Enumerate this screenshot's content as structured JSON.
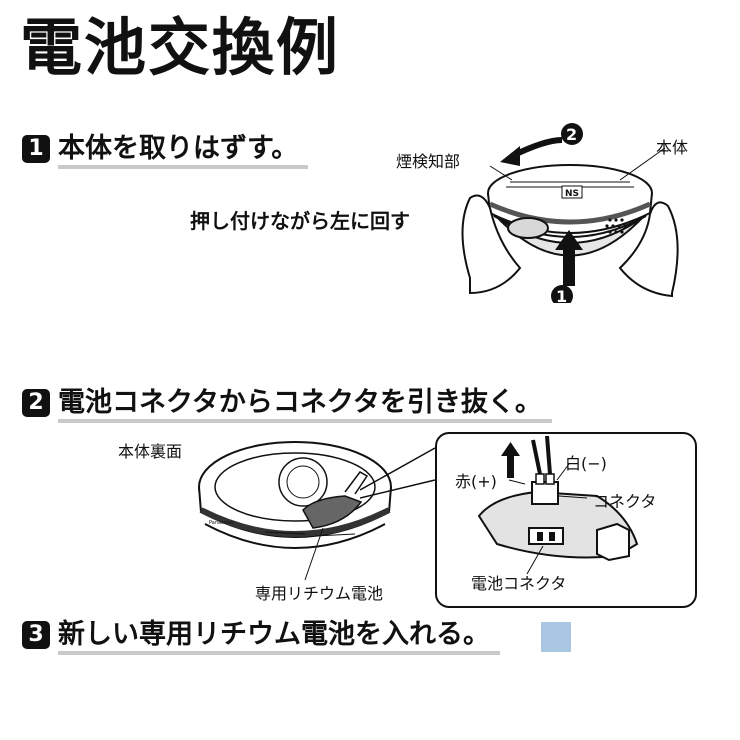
{
  "title": "電池交換例",
  "steps": [
    {
      "num": "1",
      "text": "本体を取りはずす。"
    },
    {
      "num": "2",
      "text": "電池コネクタからコネクタを引き抜く。"
    },
    {
      "num": "3",
      "text": "新しい専用リチウム電池を入れる。"
    }
  ],
  "step1": {
    "instruction": "押し付けながら左に回す",
    "label_sensor": "煙検知部",
    "label_body": "本体",
    "marker_1": "1",
    "marker_2": "2",
    "device_mark": "NS"
  },
  "step2": {
    "label_back": "本体裏面",
    "label_battery": "専用リチウム電池",
    "label_red": "赤(+)",
    "label_white": "白(−)",
    "label_connector": "コネクタ",
    "label_battery_connector": "電池コネクタ",
    "brand_mark": "Panasonic"
  },
  "colors": {
    "accent_square": "#a9c6e2",
    "underline": "#c9c9c9",
    "ink": "#111111"
  }
}
